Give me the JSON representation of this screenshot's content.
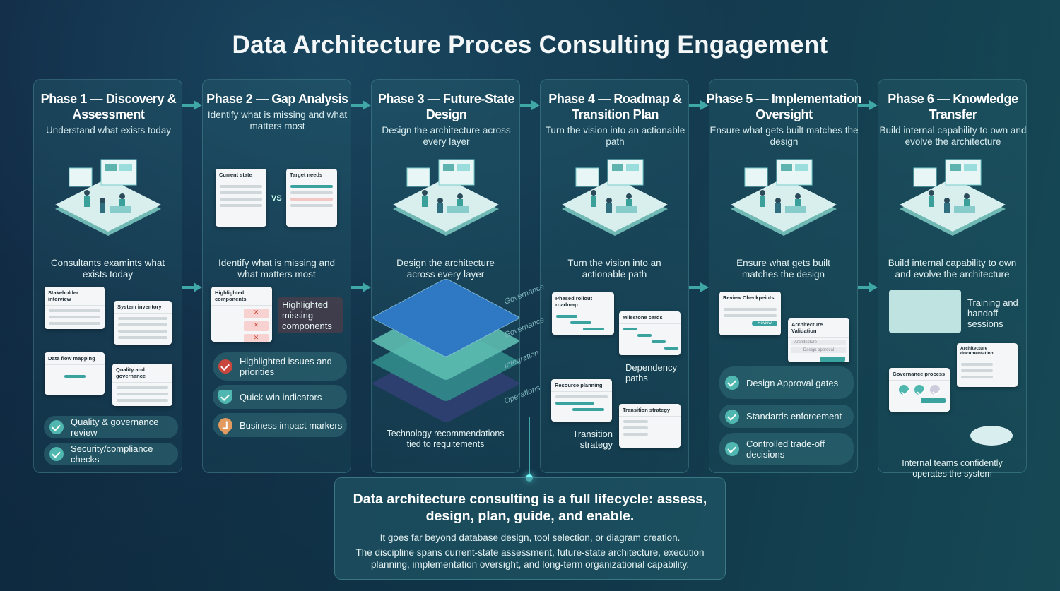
{
  "title": "Data Architecture Proces Consulting Engagement",
  "phases": [
    {
      "title": "Phase 1 — Discovery & Assessment",
      "subtitle": "Understand what exists today",
      "caption": "Consultants examints what exists today",
      "cards": [
        "Stakeholder interview",
        "System inventory",
        "Data flow mapping",
        "Quality and governance"
      ],
      "pills": [
        "Quality & governance review",
        "Security/compliance checks"
      ]
    },
    {
      "title": "Phase 2 — Gap Analysis",
      "subtitle": "Identify what is missing and what matters most",
      "caption": "Identify what is missing and what matters most",
      "cards": [
        "Current state",
        "Target needs",
        "Highlighted components"
      ],
      "vs": "VS",
      "callout": "Highlighted missing components",
      "pills": [
        "Highlighted issues and priorities",
        "Quick-win indicators",
        "Business impact markers"
      ]
    },
    {
      "title": "Phase 3 — Future-State Design",
      "subtitle": "Design the architecture across every layer",
      "caption": "Design the architecture across every layer",
      "layers": [
        "Governance",
        "Governance",
        "Integration",
        "Operations"
      ],
      "footer": "Technology recommendations tied to requitements"
    },
    {
      "title": "Phase 4 — Roadmap & Transition Plan",
      "subtitle": "Turn the vision into an actionable path",
      "caption": "Turn the vision into an actionable path",
      "cards": [
        "Phased rollout roadmap",
        "Milestone cards",
        "Resource planning",
        "Transition strategy"
      ],
      "labels": [
        "Dependency paths",
        "Transition strategy"
      ]
    },
    {
      "title": "Phase 5 — Implementation Oversight",
      "subtitle": "Ensure what gets built matches the design",
      "caption": "Ensure what gets built matches the design",
      "cards": [
        "Review Checkpeints",
        "Architecture Validation"
      ],
      "card_items": [
        "Review",
        "Architecture",
        "Design approval"
      ],
      "pills": [
        "Design Approval gates",
        "Standards enforcement",
        "Controlled trade-off decisions"
      ]
    },
    {
      "title": "Phase 6 — Knowledge Transfer",
      "subtitle": "Build internal capability to own and evolve the architecture",
      "caption": "Build internal capability to own and evolve the architecture",
      "cards": [
        "Architecture documentation",
        "Governance process"
      ],
      "labels": [
        "Training and handoff sessions"
      ],
      "footer": "Internal teams confidently operates the system"
    }
  ],
  "summary": {
    "headline": "Data architecture consulting is a full lifecycle: assess, design, plan, guide, and enable.",
    "line1": "It goes far beyond database design, tool selection, or diagram creation.",
    "line2": "The discipline spans current-state assessment, future-state architecture, execution planning, implementation oversight, and long-term organizational capability."
  }
}
